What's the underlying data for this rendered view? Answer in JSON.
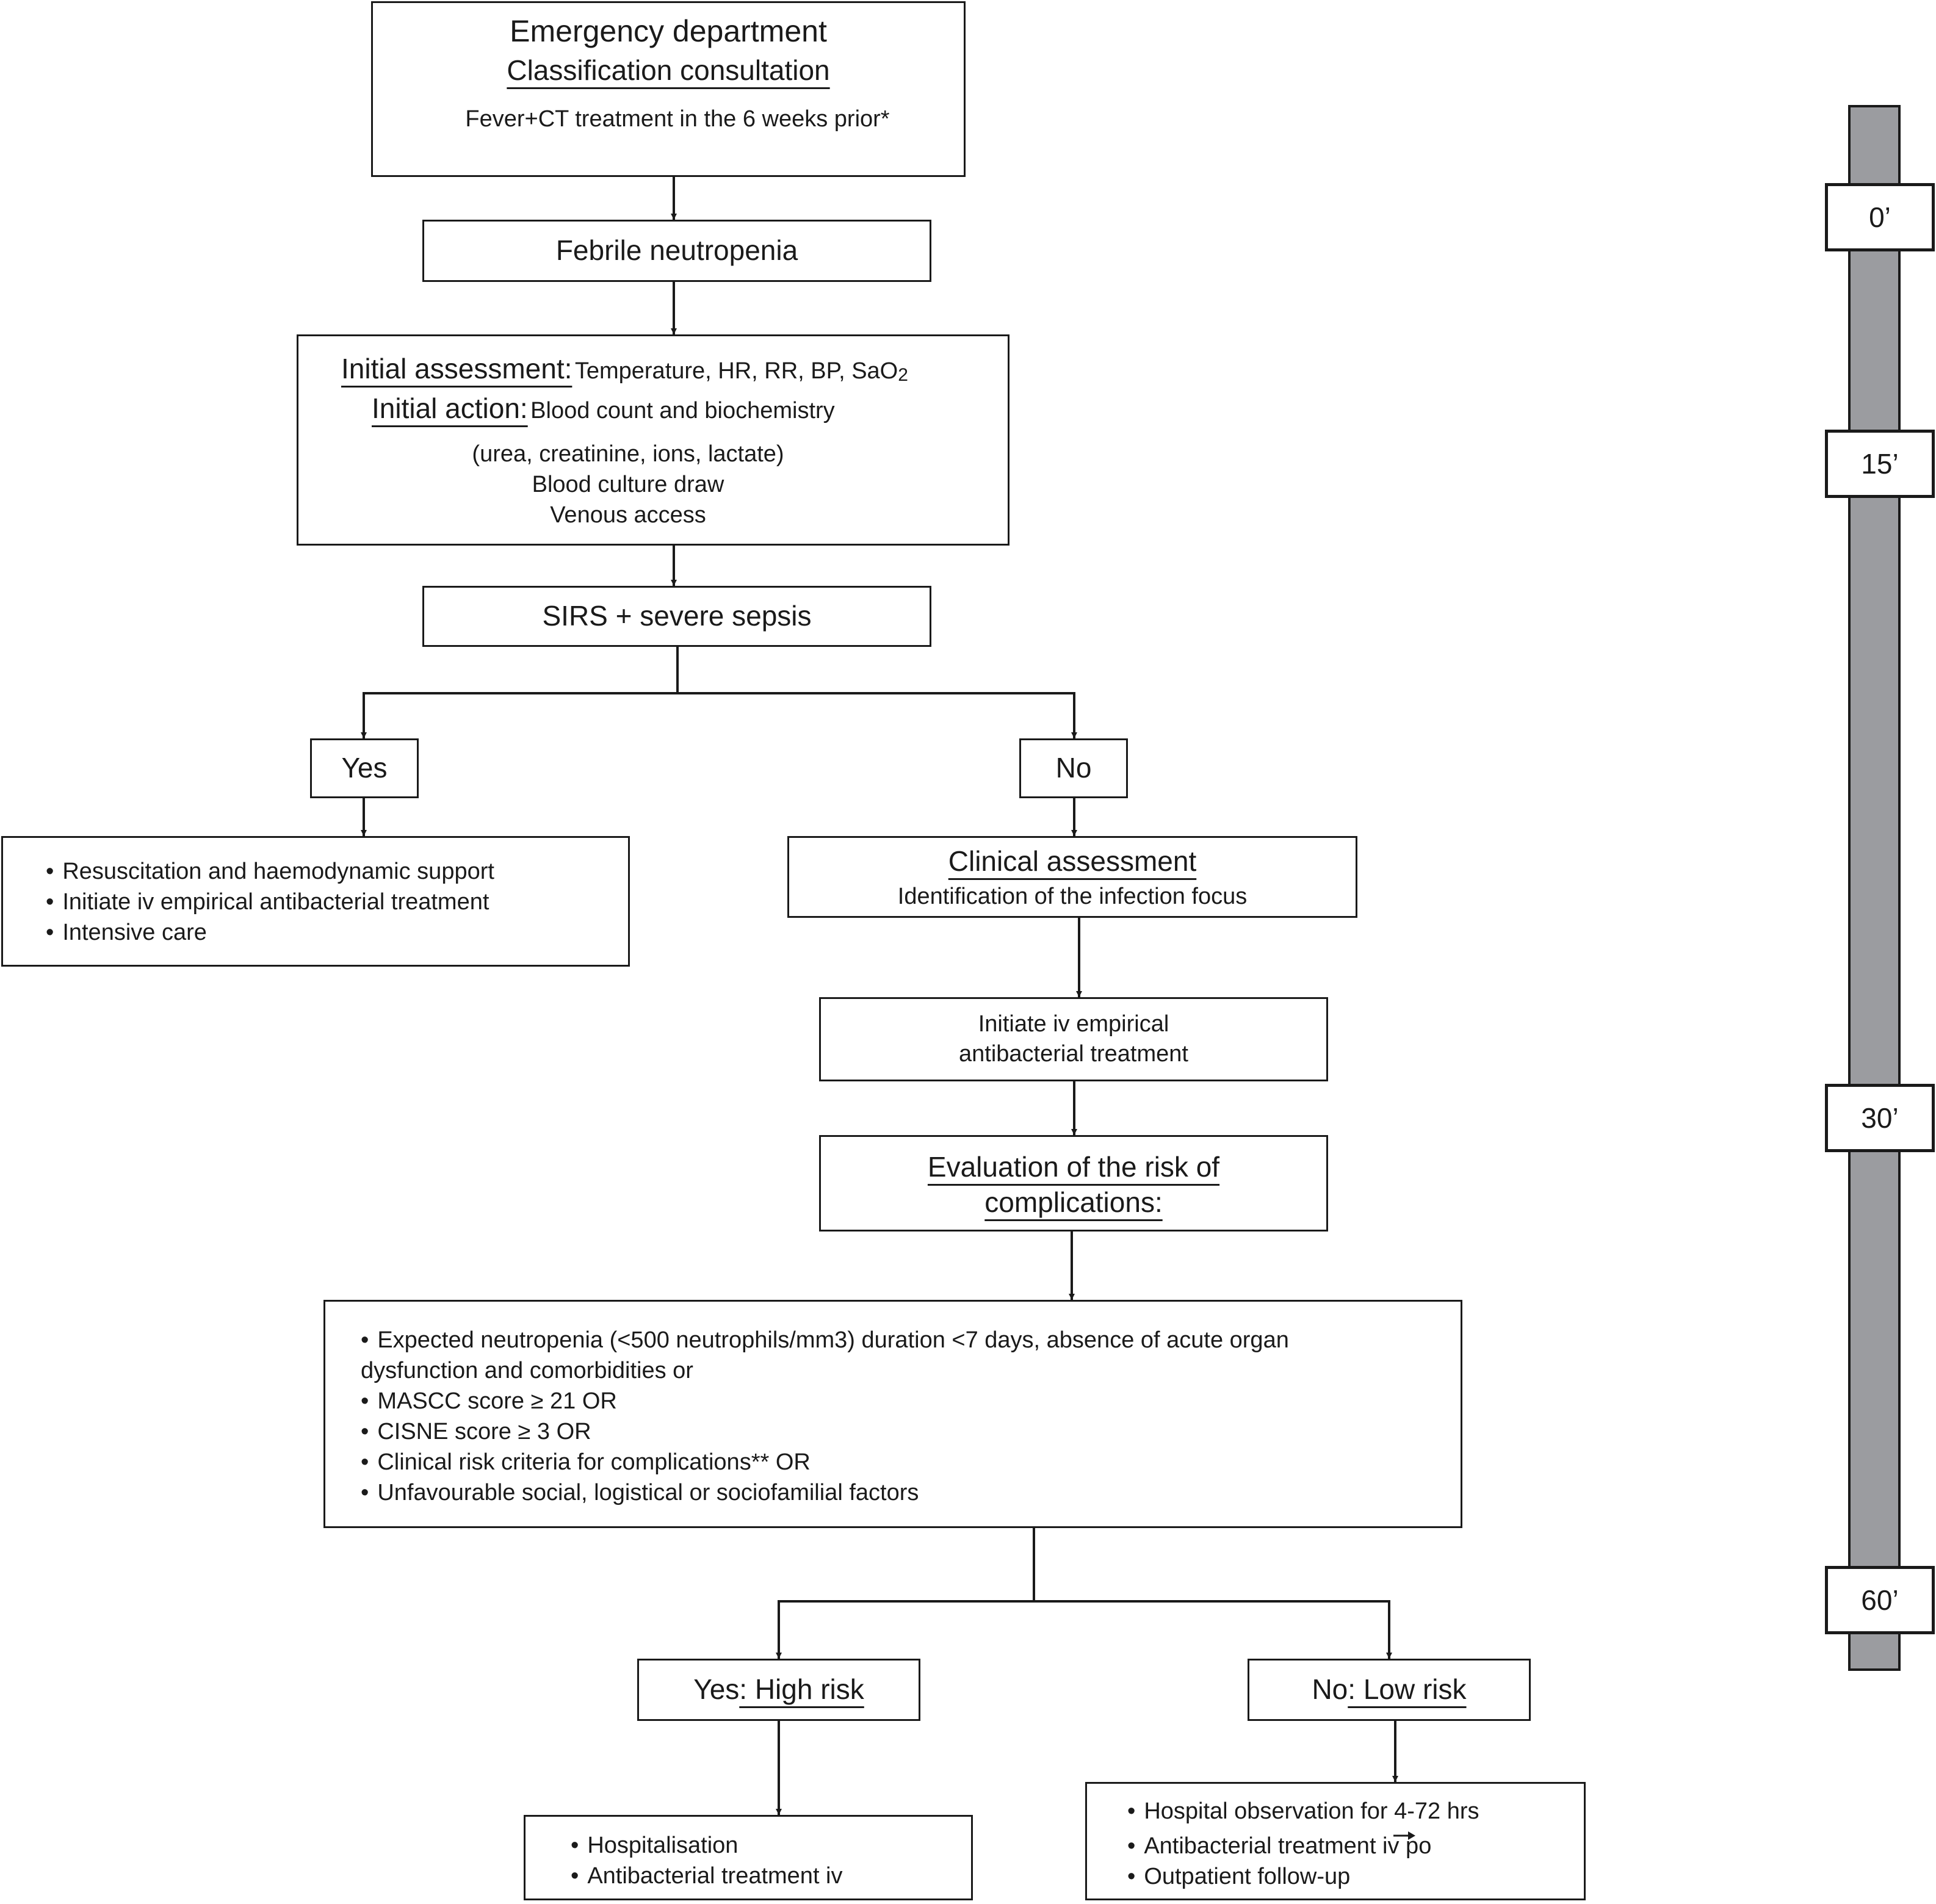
{
  "title_box": {
    "title": "Emergency department",
    "subtitle": "Classification consultation",
    "note": "Fever+CT treatment in the 6 weeks prior*"
  },
  "febrile": {
    "label": "Febrile neutropenia"
  },
  "initial": {
    "assessment_label": "Initial assessment:",
    "assessment_text": "Temperature, HR, RR, BP, SaO",
    "assessment_sub": "2",
    "action_label": "Initial action:",
    "action_text": "Blood count and biochemistry",
    "lines": [
      "(urea, creatinine, ions, lactate)",
      "Blood culture draw",
      "Venous access"
    ]
  },
  "sirs": {
    "label": "SIRS + severe sepsis"
  },
  "yes": {
    "label": "Yes"
  },
  "no": {
    "label": "No"
  },
  "yes_actions": {
    "items": [
      "Resuscitation and haemodynamic support",
      "Initiate iv empirical antibacterial treatment",
      "Intensive care"
    ]
  },
  "clinical": {
    "title": "Clinical assessment",
    "text": "Identification of the infection focus"
  },
  "empirical": {
    "lines": [
      "Initiate iv empirical",
      "antibacterial treatment"
    ]
  },
  "evaluation": {
    "lines": [
      "Evaluation of the risk of",
      "complications:"
    ]
  },
  "criteria": {
    "items": [
      "Expected neutropenia (<500 neutrophils/mm3) duration <7 days, absence of acute organ",
      "MASCC score ≥ 21 OR",
      "CISNE score ≥ 3 OR",
      "Clinical risk criteria for complications** OR",
      "Unfavourable social, logistical or sociofamilial factors"
    ],
    "continuation": "dysfunction and comorbidities or"
  },
  "high_risk": {
    "prefix": "Yes",
    "label": ": High risk"
  },
  "low_risk": {
    "prefix": "No",
    "label": ": Low risk"
  },
  "high_actions": {
    "items": [
      "Hospitalisation",
      "Antibacterial treatment iv"
    ]
  },
  "low_actions": {
    "items": [
      "Hospital observation for 4-72 hrs",
      "Antibacterial treatment iv po",
      "Outpatient follow-up"
    ]
  },
  "timeline": {
    "ticks": [
      "0’",
      "15’",
      "30’",
      "60’"
    ]
  }
}
